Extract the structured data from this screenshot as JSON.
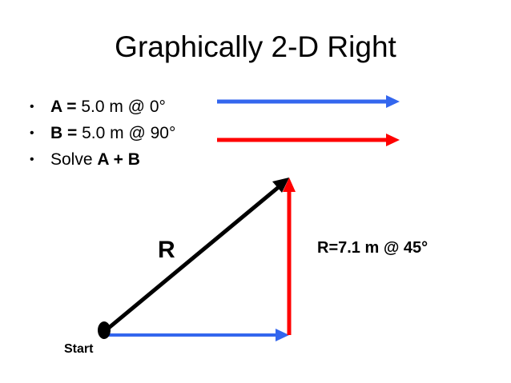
{
  "slide": {
    "title": "Graphically 2-D Right",
    "bullets": [
      {
        "bold": "A =",
        "text": " 5.0 m @ 0°"
      },
      {
        "bold": "B =",
        "text": " 5.0 m @ 90°"
      },
      {
        "text": "Solve ",
        "bold": "A + B"
      }
    ],
    "bullet_glyph": "•"
  },
  "legend": {
    "vector_a_color": "#3366ee",
    "vector_b_color": "#ff0000"
  },
  "diagram": {
    "resultant_label": "R",
    "result_text": "R=7.1 m @ 45°",
    "start_label": "Start",
    "colors": {
      "resultant": "#000000",
      "a": "#3366ee",
      "b": "#ff0000"
    }
  }
}
